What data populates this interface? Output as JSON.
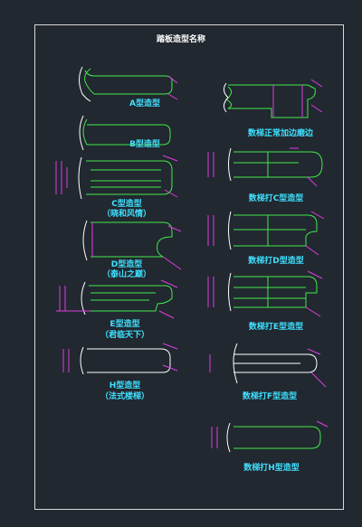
{
  "title": "踏板造型名称",
  "colors": {
    "background": "#212830",
    "frame": "#d8d8d8",
    "profile_green": "#42e84a",
    "label_cyan": "#3fe0ff",
    "dimension_magenta": "#e03ce0",
    "line_white": "#ffffff"
  },
  "profiles": {
    "a": {
      "line1": "A型造型"
    },
    "b": {
      "line1": "B型造型"
    },
    "c": {
      "line1": "C型造型",
      "line2": "（晓和风情）"
    },
    "d": {
      "line1": "D型造型",
      "line2": "（泰山之巅）"
    },
    "e": {
      "line1": "E型造型",
      "line2": "（君临天下）"
    },
    "h": {
      "line1": "H型造型",
      "line2": "（法式楼梯）"
    },
    "s1": {
      "line1": "数梯正常加边磨边"
    },
    "s2": {
      "line1": "数梯打C型造型"
    },
    "s3": {
      "line1": "数梯打D型造型"
    },
    "s4": {
      "line1": "数梯打E型造型"
    },
    "s5": {
      "line1": "数梯打F型造型"
    },
    "s6": {
      "line1": "数梯打H型造型"
    }
  }
}
